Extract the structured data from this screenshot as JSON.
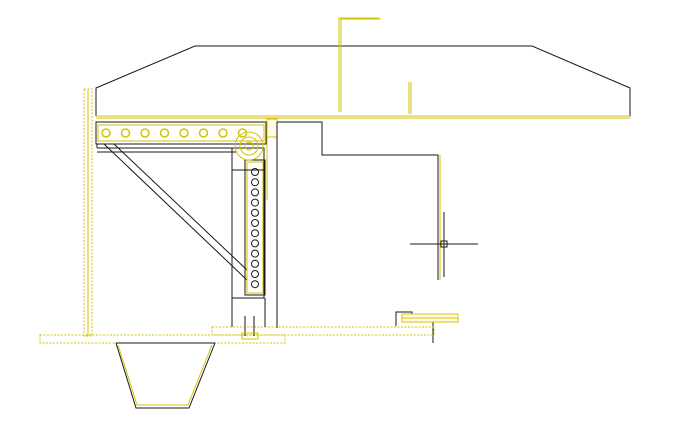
{
  "drawing": {
    "line_colors": {
      "black": "#1a1a1a",
      "yellow": "#d4c400",
      "background": "#ffffff"
    },
    "top_bolt_count": 8,
    "column_bolt_count": 12,
    "crosshair_cursor": "crosshair-cursor"
  }
}
